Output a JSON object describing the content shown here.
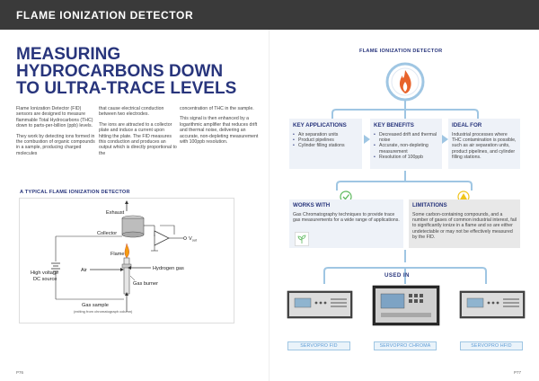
{
  "header": {
    "title": "FLAME IONIZATION DETECTOR"
  },
  "left": {
    "title_line1": "MEASURING",
    "title_line2": "HYDROCARBONS DOWN",
    "title_line3": "TO ULTRA-TRACE LEVELS",
    "col1_p1": "Flame Ionization Detector (FID) sensors are designed to measure flammable Total Hydrocarbons (THC) down to parts-per-billion (ppb) levels.",
    "col1_p2": "They work by detecting ions formed in the combustion of organic compounds in a sample, producing charged molecules",
    "col2_p1": "that cause electrical conduction between two electrodes.",
    "col2_p2": "The ions are attracted to a collector plate and induce a current upon hitting the plate. The FID measures this conduction and produces an output which is directly proportional to the",
    "col3_p1": "concentration of THC in the sample.",
    "col3_p2": "This signal is then enhanced by a logarithmic amplifier that reduces drift and thermal noise, delivering an accurate, non-depleting measurement with 100ppb resolution.",
    "diagram_heading": "A TYPICAL FLAME IONIZATION DETECTOR",
    "diagram": {
      "exhaust": "Exhaust",
      "collector": "Collector",
      "flame": "Flame",
      "air": "Air",
      "hydrogen": "Hydrogen gas",
      "high_voltage_1": "High voltage",
      "high_voltage_2": "DC source",
      "gas_burner": "Gas burner",
      "gas_sample": "Gas sample",
      "gas_sample_note": "(exiting from chromatograph column)",
      "vout": "V",
      "vout_sub": "out"
    },
    "page_number": "P76"
  },
  "right": {
    "fid_heading": "FLAME IONIZATION DETECTOR",
    "key_apps": {
      "title": "KEY APPLICATIONS",
      "items": [
        "Air separation units",
        "Product pipelines",
        "Cylinder filling stations"
      ]
    },
    "key_benefits": {
      "title": "KEY BENEFITS",
      "items": [
        "Decreased drift and thermal noise",
        "Accurate, non-depleting measurement",
        "Resolution of 100ppb"
      ]
    },
    "ideal_for": {
      "title": "IDEAL FOR",
      "text": "Industrial processes where THC contamination is possible, such as air separation units, product pipelines, and cylinder filling stations."
    },
    "works_with": {
      "title": "WORKS WITH",
      "text": "Gas Chromatography techniques to provide trace gas measurements for a wide range of applications."
    },
    "limitations": {
      "title": "LIMITATIONS",
      "text": "Some carbon-containing compounds, and a number of gases of common industrial interest, fail to significantly ionize in a flame and so are either undetectable or may not be effectively measured by the FID."
    },
    "used_in": "USED IN",
    "products": [
      "SERVOPRO FID",
      "SERVOPRO Chroma",
      "SERVOPRO HFID"
    ],
    "page_number": "P77"
  },
  "colors": {
    "navy": "#28357c",
    "orange": "#e8632b",
    "green": "#5cb85c",
    "warning": "#f0c419",
    "light_blue": "#9fc6e3",
    "header_bg": "#3a3a3a"
  },
  "icons": [
    "flame-icon",
    "check-icon",
    "warning-icon",
    "sprout-icon"
  ]
}
